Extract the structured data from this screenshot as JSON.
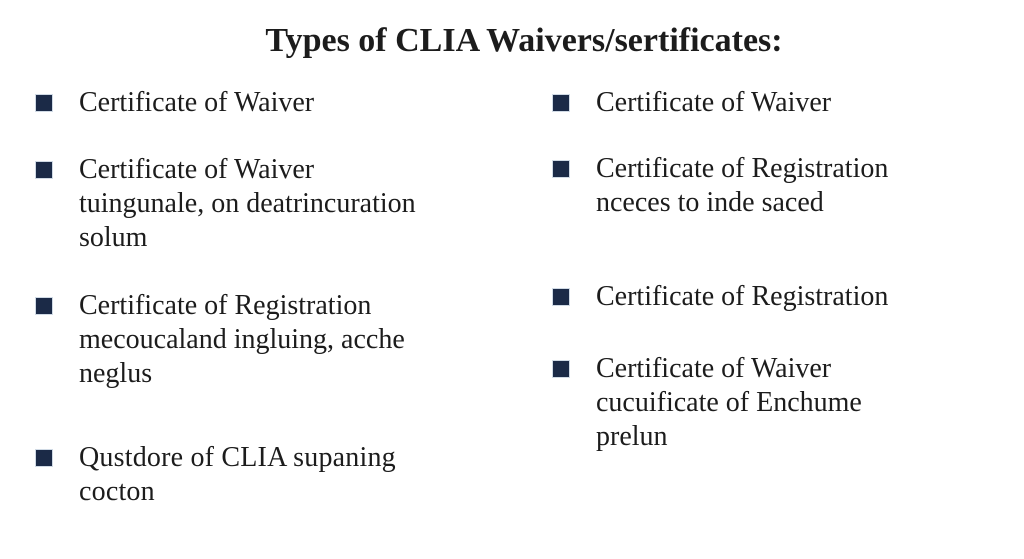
{
  "slide": {
    "title": "Types of CLIA Waivers/sertificates:"
  },
  "colors": {
    "background": "#ffffff",
    "text": "#1c1c1c",
    "bullet_square": "#1b2a47"
  },
  "columns": {
    "left": [
      {
        "text": "Certificate of Waiver"
      },
      {
        "text": "Certificate of Waiver\ntuingunale, on deatrincuration\nsolum"
      },
      {
        "text": "Certificate of Registration\nmecoucaland ingluing, acche\nneglus"
      },
      {
        "text": "Qustdore of CLIA supaning\ncocton"
      }
    ],
    "right": [
      {
        "text": "Certificate of Waiver"
      },
      {
        "text": "Certificate of Registration\nnceces to inde saced"
      },
      {
        "text": "Certificate of Registration"
      },
      {
        "text": "Certificate of Waiver\ncucuificate of Enchume\nprelun"
      }
    ]
  }
}
